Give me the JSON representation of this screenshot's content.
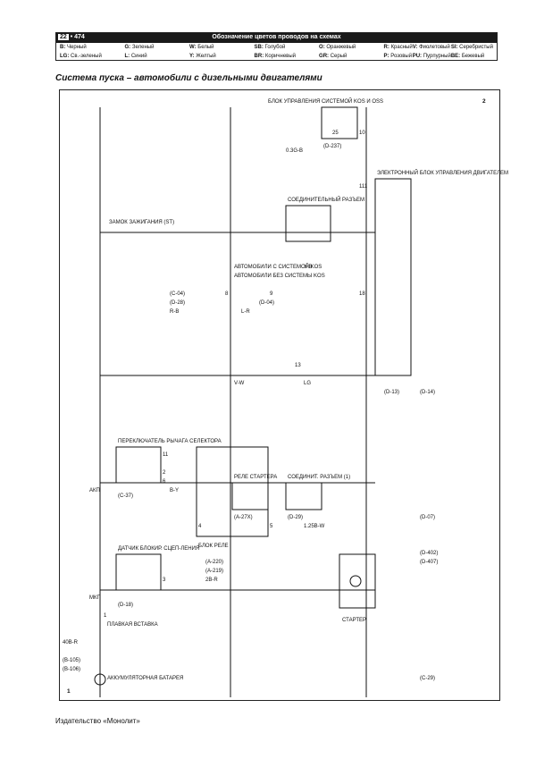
{
  "header": {
    "section": "22",
    "page": "474",
    "title": "Обозначение цветов проводов на схемах",
    "legend": [
      {
        "code": "B:",
        "name": "Черный"
      },
      {
        "code": "LG:",
        "name": "Св.-зеленый"
      },
      {
        "code": "G:",
        "name": "Зеленый"
      },
      {
        "code": "L:",
        "name": "Синий"
      },
      {
        "code": "W:",
        "name": "Белый"
      },
      {
        "code": "Y:",
        "name": "Желтый"
      },
      {
        "code": "SB:",
        "name": "Голубой"
      },
      {
        "code": "BR:",
        "name": "Коричневый"
      },
      {
        "code": "O:",
        "name": "Оранжевый"
      },
      {
        "code": "GR:",
        "name": "Серый"
      },
      {
        "code": "R:",
        "name": "Красный"
      },
      {
        "code": "P:",
        "name": "Розовый"
      },
      {
        "code": "V:",
        "name": "Фиолетовый"
      },
      {
        "code": "PU:",
        "name": "Пурпурный"
      },
      {
        "code": "SI:",
        "name": "Серебристый"
      },
      {
        "code": "BE:",
        "name": "Бежевый"
      }
    ]
  },
  "diagram": {
    "title": "Система пуска – автомобили с дизельными двигателями",
    "sheet_marks": [
      "1",
      "2"
    ],
    "labels": {
      "battery": "АККУМУЛЯТОРНАЯ БАТАРЕЯ",
      "fuse": "ПЛАВКАЯ ВСТАВКА",
      "starter": "СТАРТЕР",
      "relay_block": "БЛОК РЕЛЕ",
      "mt": "МКП",
      "at": "АКП",
      "clutch_sensor": "ДАТЧИК БЛОКИР. СЦЕП-ЛЕНИЯ",
      "clutch_code": "(D-18)",
      "selector": "ПЕРЕКЛЮЧАТЕЛЬ РЫЧАГА СЕЛЕКТОРА",
      "selector_code": "(C-37)",
      "starter_relay": "РЕЛЕ СТАРТЕРА",
      "relay_code": "(A-27X)",
      "joint": "СОЕДИНИТ. РАЗЪЕМ (1)",
      "joint_code": "(D-29)",
      "ignition": "ЗАМОК ЗАЖИГАНИЯ (ST)",
      "connector": "СОЕДИНИТЕЛЬНЫЙ РАЗЪЕМ",
      "kos_block": "БЛОК УПРАВЛЕНИЯ СИСТЕМОЙ KOS И OSS",
      "kos_code": "(D-237)",
      "with_kos": "АВТОМОБИЛИ С СИСТЕМОЙ KOS",
      "without_kos": "АВТОМОБИЛИ БЕЗ СИСТЕМЫ KOS",
      "ecu": "ЭЛЕКТРОННЫЙ БЛОК УПРАВЛЕНИЯ ДВИГАТЕЛЕМ"
    },
    "wires": [
      "40B-R",
      "2B-R",
      "B-Y",
      "V-W",
      "R-B",
      "L-R",
      "LG",
      "Y-B",
      "1.25B-W",
      "0.3G-B"
    ],
    "connectors": [
      "(B-105)",
      "(B-106)",
      "(A-220)",
      "(A-219)",
      "(C-04)",
      "(D-28)",
      "(D-04)",
      "(D-13)",
      "(D-14)",
      "(D-402)",
      "(D-407)",
      "(D-07)",
      "(C-29)"
    ],
    "pins": [
      "1",
      "2",
      "3",
      "4",
      "5",
      "6",
      "8",
      "9",
      "10",
      "11",
      "13",
      "18",
      "25",
      "111"
    ]
  },
  "footer": {
    "publisher": "Издательство «Монолит»"
  }
}
